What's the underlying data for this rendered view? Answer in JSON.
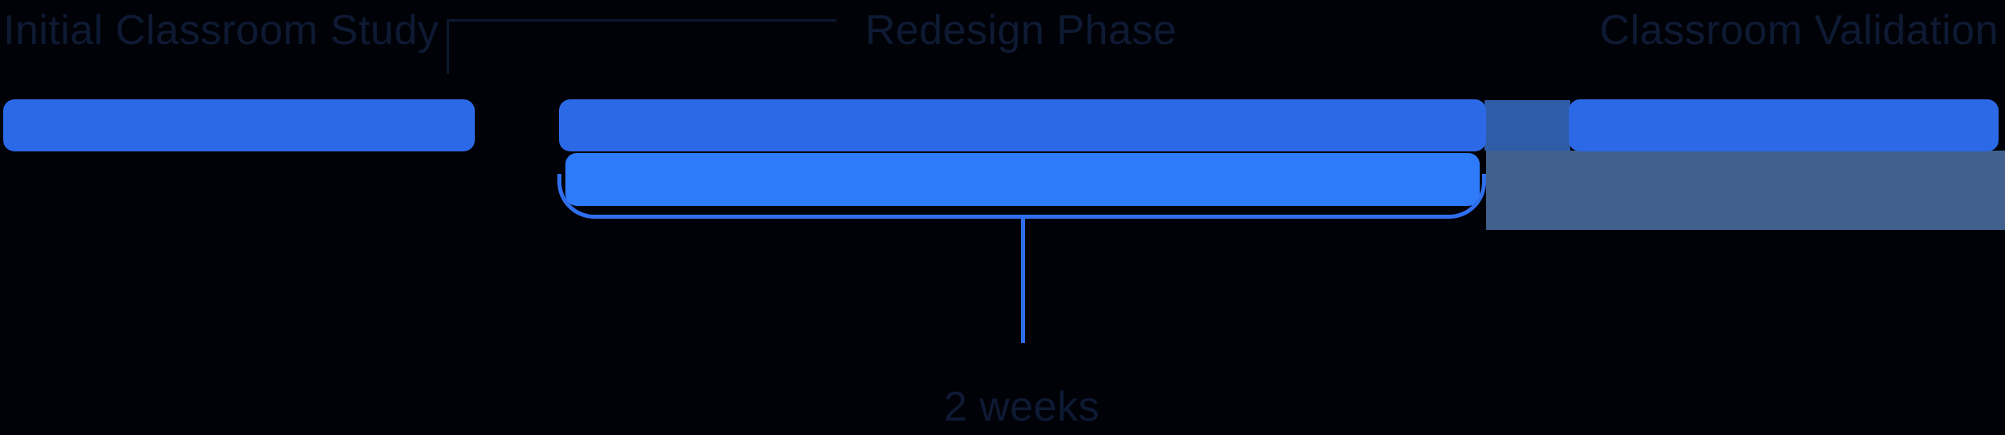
{
  "diagram": {
    "type": "timeline-gantt",
    "phases": [
      {
        "label": "Initial Classroom Study"
      },
      {
        "label": "Redesign Phase"
      },
      {
        "label": "Classroom Validation"
      }
    ],
    "annotation": {
      "label": "2 weeks"
    },
    "colors": {
      "background": "#010208",
      "text": "#0e1a33",
      "bar_primary": "#2c69e7",
      "bar_secondary": "#2e7bfa",
      "connector_band": "#2e5ca6",
      "underlay_block": "#41608e",
      "bracket": "#2f6fee",
      "leader_line": "#0d1830"
    }
  }
}
